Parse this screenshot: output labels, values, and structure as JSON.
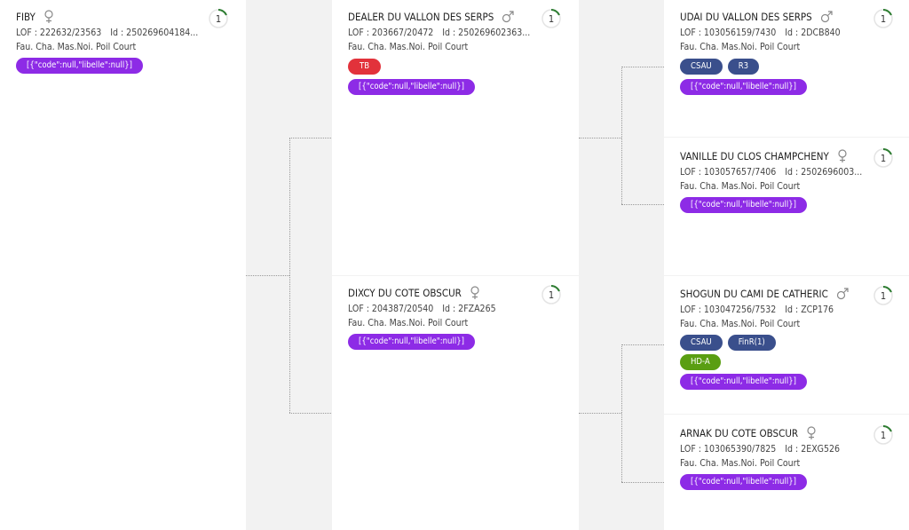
{
  "colors": {
    "purple_badge": "#8d2be6",
    "red_badge": "#e2323b",
    "blue_badge": "#3a4f8c",
    "green_badge": "#5a9e12",
    "gen_ring": "#2e7d32"
  },
  "subject": {
    "name": "FIBY",
    "sex": "female-icon",
    "lof": "LOF : 222632/23563",
    "id": "Id : 250269604184...",
    "desc": "Fau. Cha. Mas.Noi. Poil Court",
    "generation": "1",
    "tags": [
      "[{\"code\":null,\"libelle\":null}]"
    ]
  },
  "parents": [
    {
      "name": "DEALER DU VALLON DES SERPS",
      "sex": "male-icon",
      "lof": "LOF : 203667/20472",
      "id": "Id : 250269602363...",
      "desc": "Fau. Cha. Mas.Noi. Poil Court",
      "generation": "1",
      "badges": [
        "TB"
      ],
      "tags": [
        "[{\"code\":null,\"libelle\":null}]"
      ]
    },
    {
      "name": "DIXCY DU COTE OBSCUR",
      "sex": "female-icon",
      "lof": "LOF : 204387/20540",
      "id": "Id : 2FZA265",
      "desc": "Fau. Cha. Mas.Noi. Poil Court",
      "generation": "1",
      "badges": [],
      "tags": [
        "[{\"code\":null,\"libelle\":null}]"
      ]
    }
  ],
  "grandparents": [
    {
      "name": "UDAI DU VALLON DES SERPS",
      "sex": "male-icon",
      "lof": "LOF : 103056159/7430",
      "id": "Id : 2DCB840",
      "desc": "Fau. Cha. Mas.Noi. Poil Court",
      "generation": "1",
      "badges": [
        "CSAU",
        "R3"
      ],
      "tags": [
        "[{\"code\":null,\"libelle\":null}]"
      ]
    },
    {
      "name": "VANILLE DU CLOS CHAMPCHENY",
      "sex": "female-icon",
      "lof": "LOF : 103057657/7406",
      "id": "Id : 2502696003...",
      "desc": "Fau. Cha. Mas.Noi. Poil Court",
      "generation": "1",
      "badges": [],
      "tags": [
        "[{\"code\":null,\"libelle\":null}]"
      ]
    },
    {
      "name": "SHOGUN DU CAMI DE CATHERIC",
      "sex": "male-icon",
      "lof": "LOF : 103047256/7532",
      "id": "Id : ZCP176",
      "desc": "Fau. Cha. Mas.Noi. Poil Court",
      "generation": "1",
      "badges": [
        "CSAU",
        "FinR(1)"
      ],
      "badges2": [
        "HD-A"
      ],
      "tags": [
        "[{\"code\":null,\"libelle\":null}]"
      ]
    },
    {
      "name": "ARNAK DU COTE OBSCUR",
      "sex": "female-icon",
      "lof": "LOF : 103065390/7825",
      "id": "Id : 2EXG526",
      "desc": "Fau. Cha. Mas.Noi. Poil Court",
      "generation": "1",
      "badges": [],
      "tags": [
        "[{\"code\":null,\"libelle\":null}]"
      ]
    }
  ]
}
